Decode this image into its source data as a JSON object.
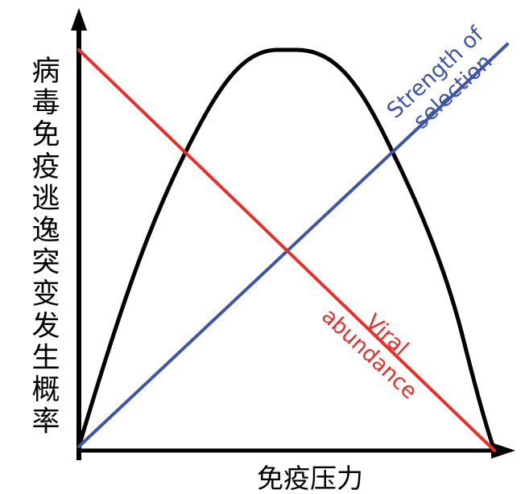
{
  "axes": {
    "y_label": "病毒免疫逃逸突变发生概率",
    "x_label": "免疫压力"
  },
  "labels": {
    "selection_line1": "Strength of",
    "selection_line2": "selection",
    "abundance_line1": "Viral",
    "abundance_line2": "abundance"
  },
  "colors": {
    "axis": "#000000",
    "probability_curve": "#000000",
    "selection_line": "#3f55a6",
    "abundance_line": "#e8302a"
  }
}
